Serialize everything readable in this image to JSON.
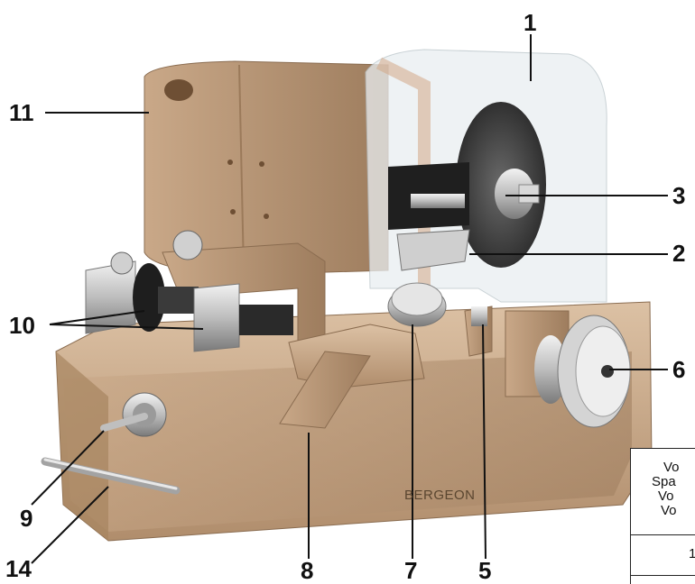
{
  "image": {
    "brand_label": "BERGEON",
    "callouts": [
      "1",
      "2",
      "3",
      "5",
      "6",
      "7",
      "8",
      "9",
      "10",
      "11",
      "14"
    ],
    "table_fragment": {
      "header_lines": [
        "Vo",
        "Spa",
        "Vo",
        "Vo"
      ],
      "cell_value": "1"
    }
  },
  "colors": {
    "body": "#c9a888",
    "body_dark": "#9e7d5e",
    "steel": "#c8c8c8",
    "shield": "#eef2f4",
    "wheel": "#4a4a4a"
  }
}
